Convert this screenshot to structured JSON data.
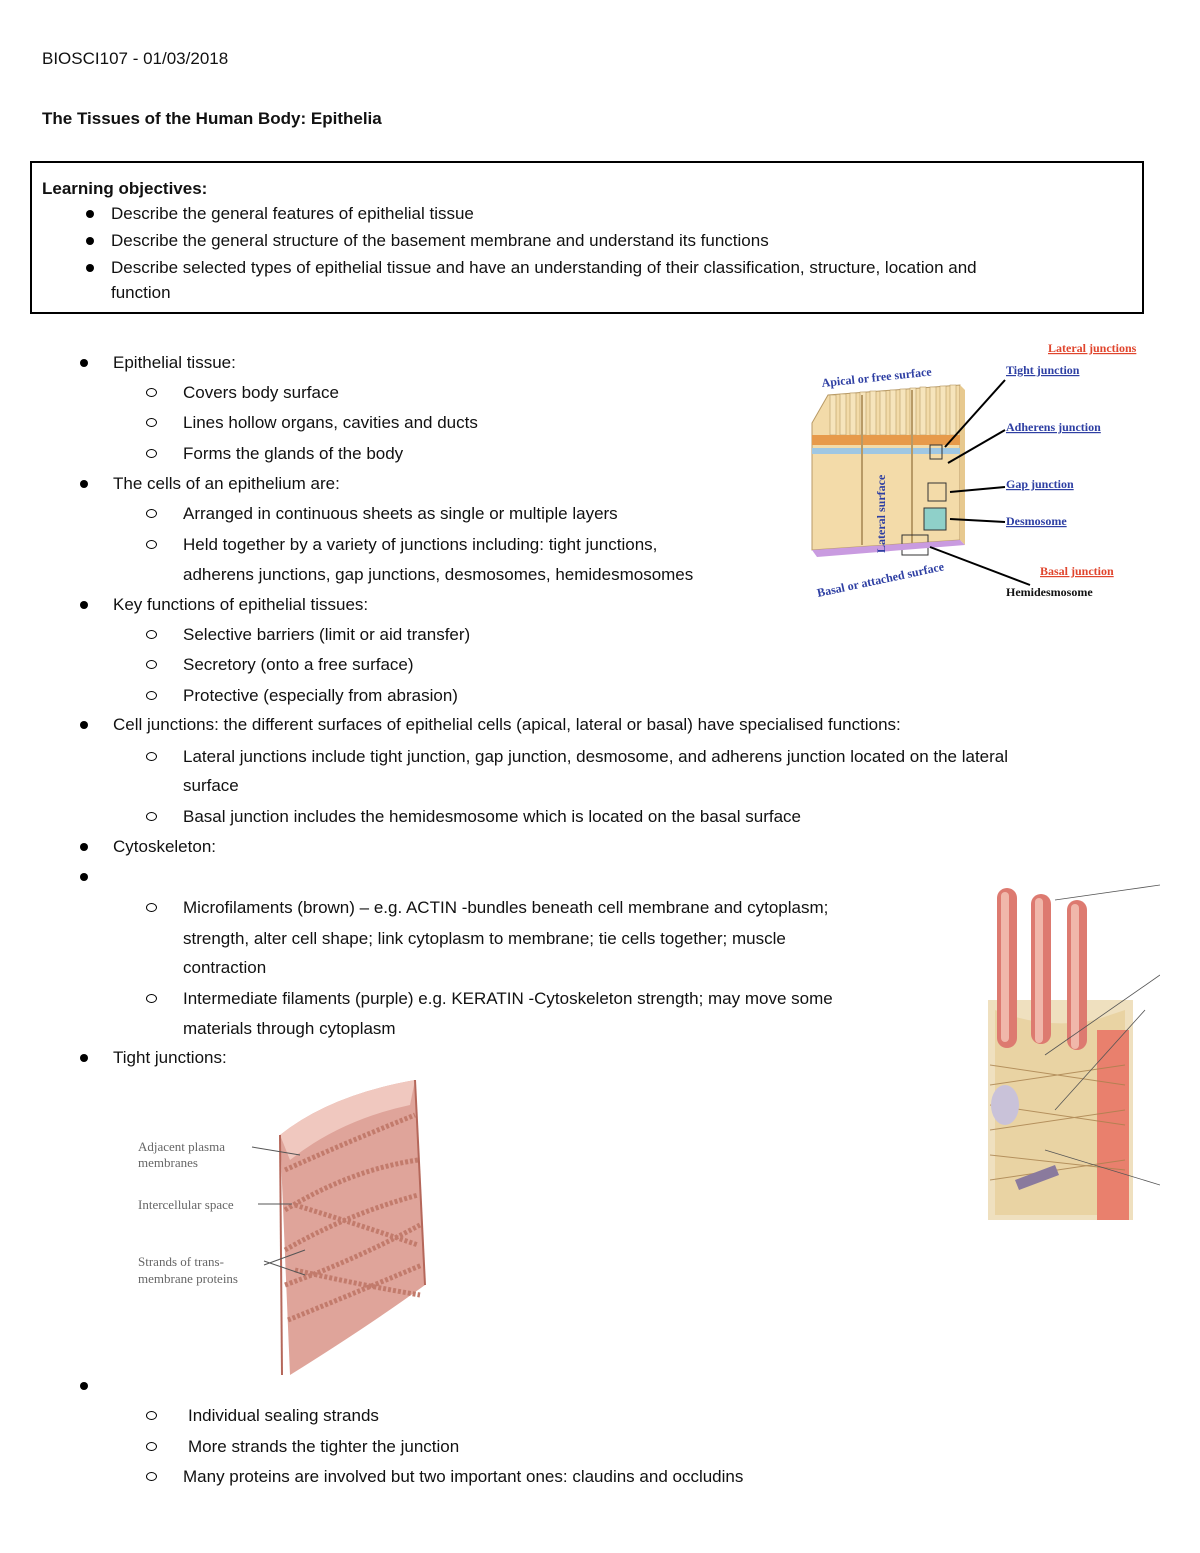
{
  "header": {
    "course_date": "BIOSCI107 - 01/03/2018"
  },
  "title": "The Tissues of the Human Body: Epithelia",
  "objectives": {
    "heading": "Learning objectives:",
    "items": [
      "Describe the general features of epithelial tissue",
      "Describe the general structure of the basement membrane and understand its functions",
      "Describe selected types of epithelial tissue and have an understanding of their classification, structure, location and",
      "function"
    ]
  },
  "notes": {
    "epithelial": "Epithelial tissue:",
    "epi_subs": [
      "Covers body surface",
      "Lines hollow organs, cavities and ducts",
      "Forms the glands of the body"
    ],
    "cells": "The cells of an epithelium are:",
    "cells_subs": [
      "Arranged in continuous sheets as single or multiple layers",
      "Held together by a variety of junctions including: tight junctions,",
      "adherens junctions, gap junctions, desmosomes, hemidesmosomes"
    ],
    "key": "Key functions of epithelial tissues:",
    "key_subs": [
      "Selective barriers (limit or aid transfer)",
      "Secretory (onto a free surface)",
      "Protective (especially from abrasion)"
    ],
    "celljunctions": "Cell junctions: the different surfaces of epithelial cells (apical, lateral or basal) have specialised functions:",
    "cj_subs": [
      "Lateral junctions include tight junction, gap junction, desmosome, and adherens junction located on the lateral",
      "surface",
      "Basal junction includes the hemidesmosome which is located on the basal surface"
    ],
    "cytoskeleton": "Cytoskeleton:",
    "cyto_subs": [
      "Microfilaments (brown) – e.g. ACTIN -bundles beneath cell membrane and cytoplasm;",
      "strength, alter cell shape; link cytoplasm to membrane; tie cells together; muscle",
      "contraction",
      "Intermediate filaments (purple) e.g. KERATIN -Cytoskeleton strength; may move some",
      "materials through cytoplasm"
    ],
    "tight": "Tight junctions:",
    "tight_subs": [
      "Individual sealing strands",
      "More strands the tighter the junction",
      "Many proteins are involved but two important ones: claudins and occludins"
    ]
  },
  "figure_junctions": {
    "lateral_junctions": "Lateral junctions",
    "apical": "Apical or free surface",
    "tight": "Tight junction",
    "adherens": "Adherens junction",
    "gap": "Gap junction",
    "lateral_surface": "Lateral surface",
    "desmosome": "Desmosome",
    "basal_junction": "Basal junction",
    "basal_surface": "Basal or attached surface",
    "hemidesmosome": "Hemidesmosome"
  },
  "figure_tight": {
    "adjacent_1": "Adjacent plasma",
    "adjacent_2": "membranes",
    "intercellular": "Intercellular space",
    "strands_1": "Strands of trans-",
    "strands_2": "membrane proteins"
  },
  "colors": {
    "red_label": "#e0452d",
    "blue_label": "#2e3fa3",
    "cell": "#f2d9a6",
    "membrane_pink": "#e8a08e"
  }
}
